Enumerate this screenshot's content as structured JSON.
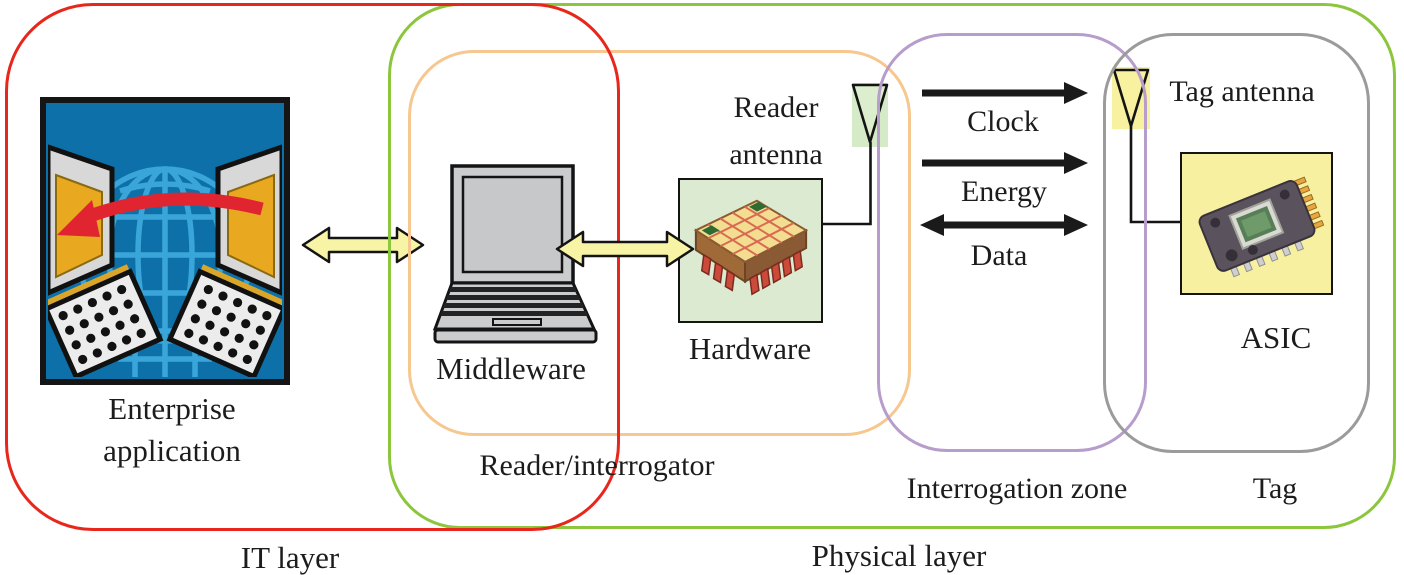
{
  "diagram": {
    "title_implicit": "RFID system architecture",
    "layers": {
      "it_layer": {
        "label": "IT layer",
        "border_color": "#e8271c"
      },
      "physical_layer": {
        "label": "Physical layer",
        "border_color": "#8cc63c"
      },
      "reader_interrogator": {
        "label": "Reader/interrogator",
        "border_color": "#f6c78f"
      },
      "interrogation_zone": {
        "label": "Interrogation zone",
        "border_color": "#b79dcb"
      },
      "tag": {
        "label": "Tag",
        "border_color": "#9b9b9b"
      }
    },
    "nodes": {
      "enterprise_application": {
        "label_line1": "Enterprise",
        "label_line2": "application",
        "icon": "globe-laptops-clipart-icon"
      },
      "middleware": {
        "label": "Middleware",
        "icon": "laptop-icon"
      },
      "hardware": {
        "label": "Hardware",
        "icon": "circuit-chip-icon",
        "box_fill": "#dcead2"
      },
      "reader_antenna": {
        "label_line1": "Reader",
        "label_line2": "antenna",
        "icon": "antenna-funnel-icon",
        "fill": "#d5eac6"
      },
      "tag_antenna": {
        "label": "Tag antenna",
        "icon": "antenna-funnel-icon",
        "fill": "#f8f1a0"
      },
      "asic": {
        "label": "ASIC",
        "icon": "asic-chip-icon",
        "box_fill": "#f6f0a0"
      }
    },
    "signals": [
      {
        "label": "Clock",
        "direction": "right"
      },
      {
        "label": "Energy",
        "direction": "right"
      },
      {
        "label": "Data",
        "direction": "both"
      }
    ],
    "connectors": [
      {
        "from": "enterprise_application",
        "to": "middleware",
        "type": "double-arrow",
        "fill": "#f8f4a6"
      },
      {
        "from": "middleware",
        "to": "hardware",
        "type": "double-arrow",
        "fill": "#f8f4a6"
      },
      {
        "from": "hardware",
        "to": "reader_antenna",
        "type": "wire"
      },
      {
        "from": "tag_antenna",
        "to": "asic",
        "type": "wire"
      }
    ],
    "colors": {
      "background": "#ffffff",
      "text": "#1c1c1c",
      "signal_arrow": "#1a1a1a",
      "connector_arrow_fill": "#f8f4a6",
      "connector_arrow_stroke": "#141414",
      "enterprise_bg_blue": "#0e70a8",
      "enterprise_globe_blue": "#3aa5d8",
      "enterprise_arrow_red": "#e02531",
      "laptop_gray": "#cbcccd",
      "chip_top_tan": "#f3dd90",
      "chip_pin_red": "#cc4a3a",
      "asic_body_gray": "#5a525c",
      "asic_pin_orange": "#e7a63e"
    }
  }
}
